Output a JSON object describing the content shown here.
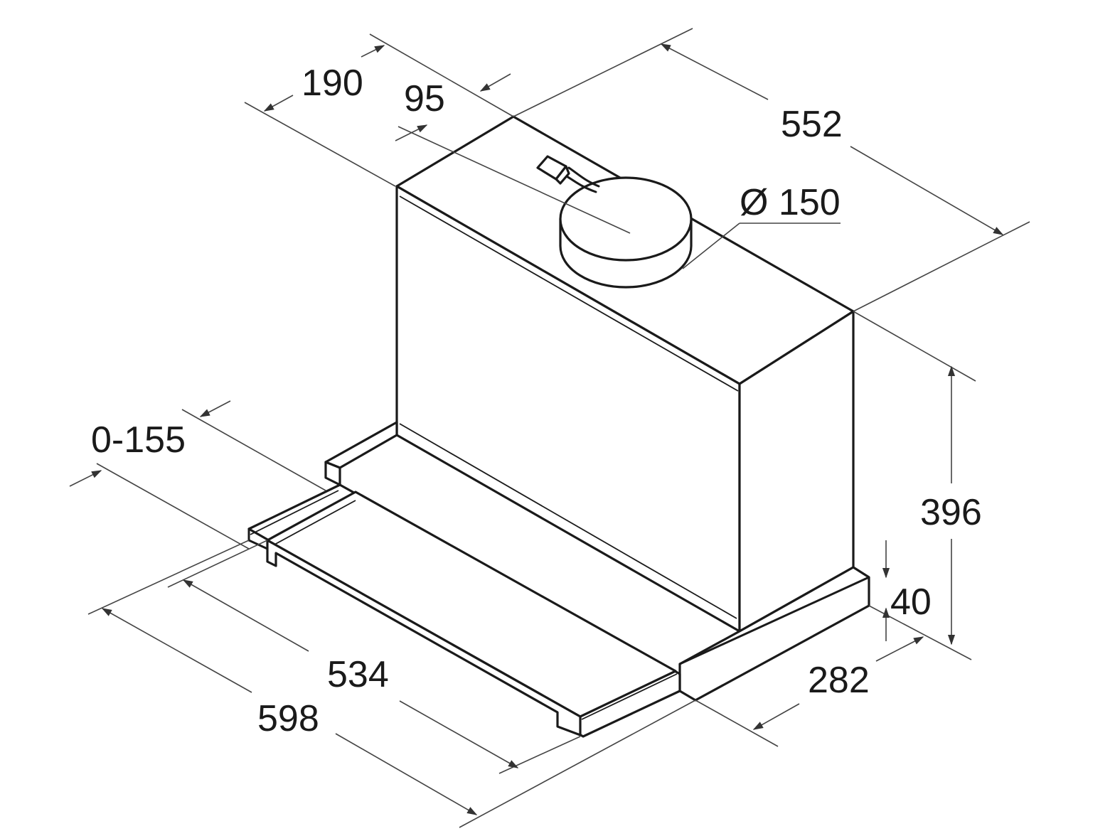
{
  "colors": {
    "line": "#1a1a1a",
    "dimension": "#444444",
    "background": "#ffffff"
  },
  "dimensions": {
    "depth_top": "190",
    "outlet_offset": "95",
    "width_top": "552",
    "outlet_diameter": "Ø 150",
    "height": "396",
    "drawer_height": "40",
    "depth_bottom": "282",
    "extension": "0-155",
    "drawer_width": "534",
    "total_width": "598"
  }
}
